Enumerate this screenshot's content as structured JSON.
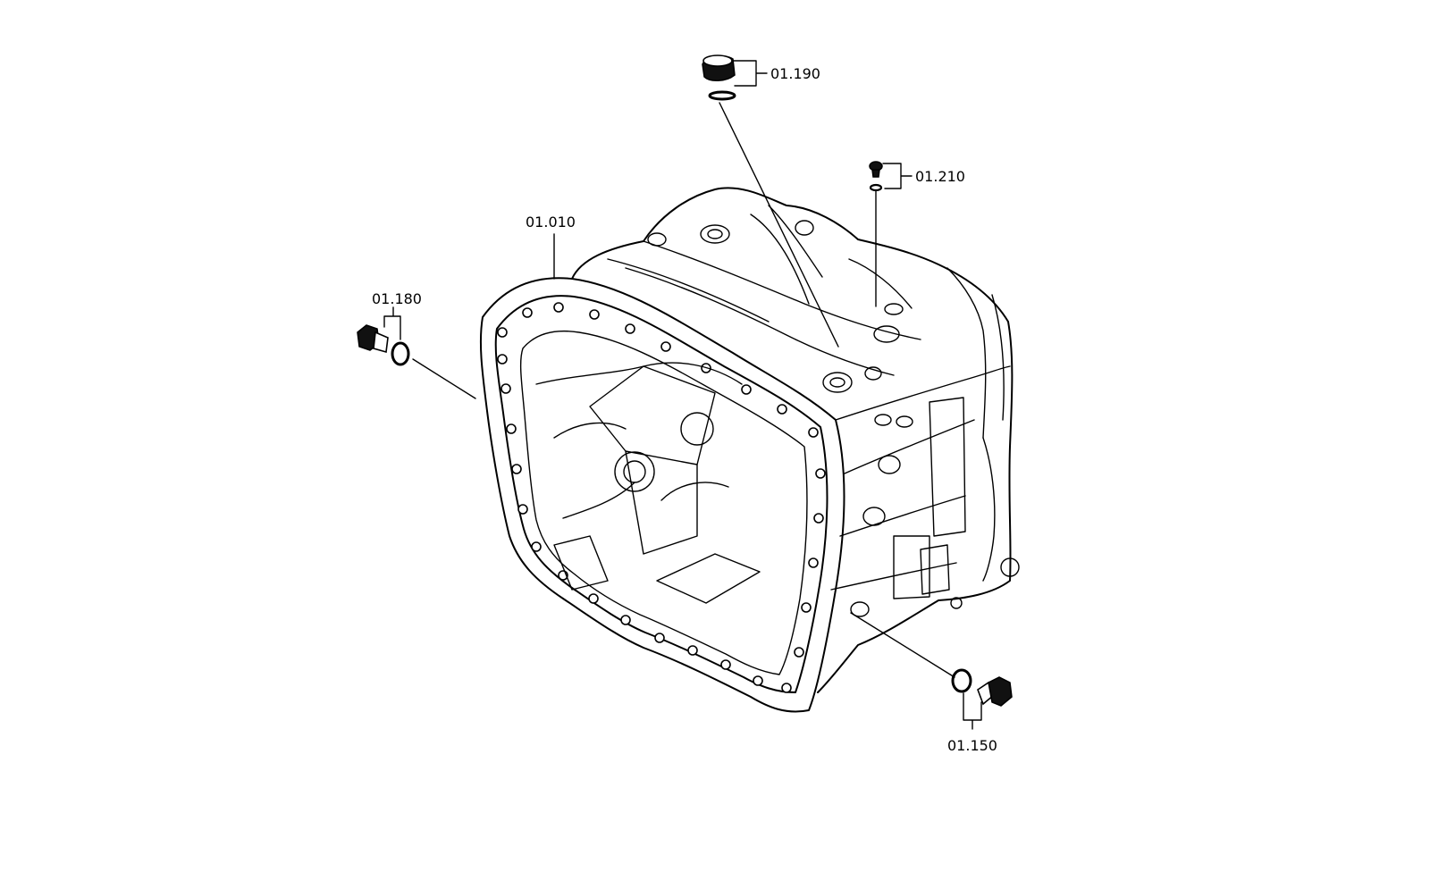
{
  "diagram": {
    "labels": {
      "housing": "01.010",
      "left_plug": "01.180",
      "top_plug": "01.190",
      "top_screw": "01.210",
      "bottom_plug": "01.150"
    }
  }
}
